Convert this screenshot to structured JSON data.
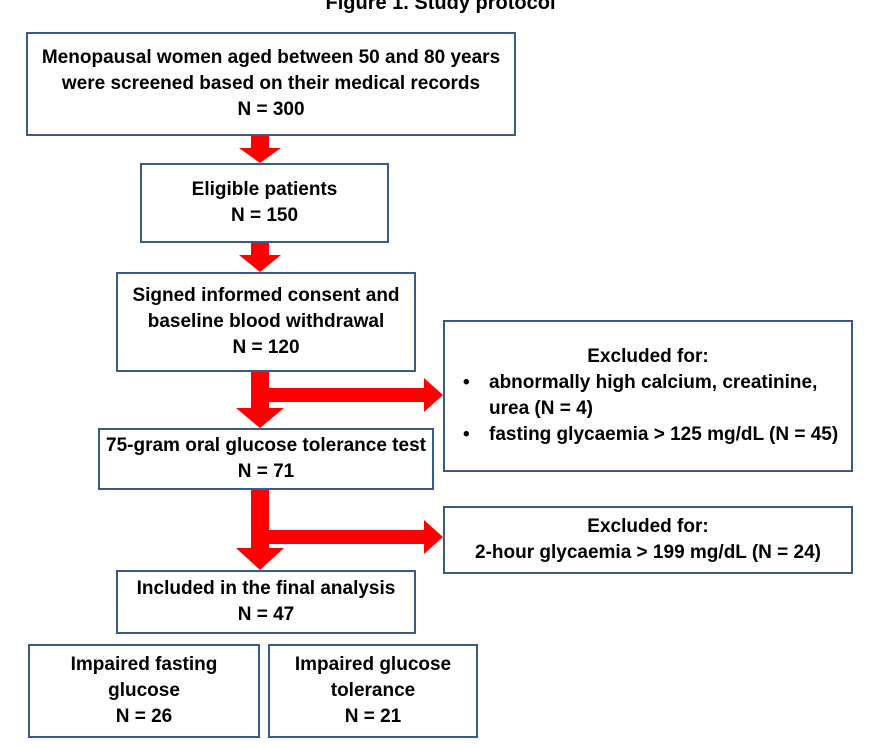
{
  "figure": {
    "caption": "Figure 1. Study protocol"
  },
  "boxes": {
    "screened": {
      "lines": [
        "Menopausal women aged between 50 and 80 years",
        "were screened based on their medical records",
        "N = 300"
      ]
    },
    "eligible": {
      "lines": [
        "Eligible patients",
        "N = 150"
      ]
    },
    "consent": {
      "lines": [
        "Signed informed consent and",
        "baseline blood withdrawal",
        "N = 120"
      ]
    },
    "ogtt": {
      "lines": [
        "75-gram oral glucose tolerance test",
        "N = 71"
      ]
    },
    "final": {
      "lines": [
        "Included in the final analysis",
        "N = 47"
      ]
    },
    "ifg": {
      "lines": [
        "Impaired fasting",
        "glucose",
        "N = 26"
      ]
    },
    "igt": {
      "lines": [
        "Impaired glucose",
        "tolerance",
        "N = 21"
      ]
    }
  },
  "exclusions": {
    "first": {
      "heading": "Excluded for:",
      "items": [
        "abnormally high calcium, creatinine,",
        "urea (N = 4)",
        "fasting glycaemia > 125 mg/dL (N = 45)"
      ]
    },
    "second": {
      "heading": "Excluded for:",
      "line": "2-hour glycaemia > 199 mg/dL (N = 24)"
    }
  },
  "colors": {
    "arrow": "#ff0000",
    "box_border": "#3a5a8a"
  }
}
